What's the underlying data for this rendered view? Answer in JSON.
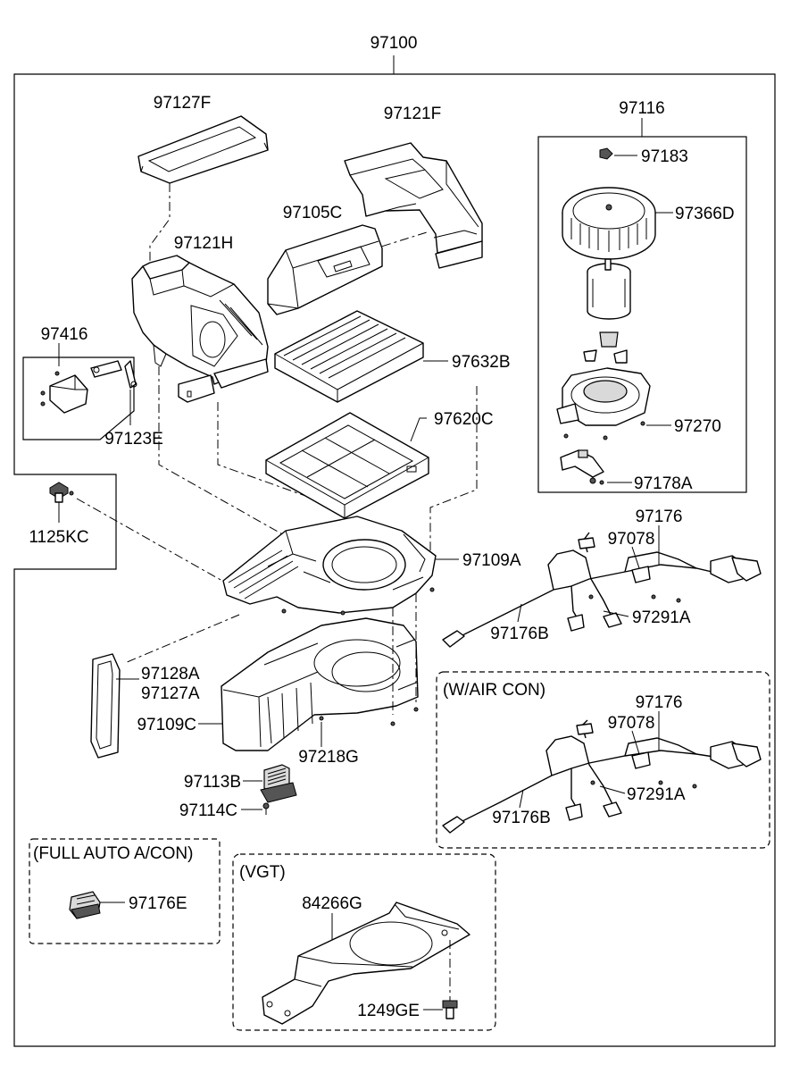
{
  "diagram": {
    "assembly_number": "97100",
    "part_labels": {
      "p97127F": "97127F",
      "p97121F": "97121F",
      "p97116": "97116",
      "p97183": "97183",
      "p97366D": "97366D",
      "p97105C": "97105C",
      "p97121H": "97121H",
      "p97416": "97416",
      "p97632B": "97632B",
      "p97620C": "97620C",
      "p97270": "97270",
      "p97123E": "97123E",
      "p97178A": "97178A",
      "p1125KC": "1125KC",
      "p97176": "97176",
      "p97078": "97078",
      "p97109A": "97109A",
      "p97291A": "97291A",
      "p97176B": "97176B",
      "p97128A": "97128A",
      "p97127A": "97127A",
      "p97109C": "97109C",
      "p97218G": "97218G",
      "p97113B": "97113B",
      "p97114C": "97114C",
      "p97176E": "97176E",
      "p84266G": "84266G",
      "p1249GE": "1249GE"
    },
    "air_con_variant": {
      "title": "(W/AIR CON)",
      "p97176": "97176",
      "p97078": "97078",
      "p97291A": "97291A",
      "p97176B": "97176B"
    },
    "full_auto_variant": {
      "title": "(FULL AUTO A/CON)"
    },
    "vgt_variant": {
      "title": "(VGT)"
    }
  }
}
